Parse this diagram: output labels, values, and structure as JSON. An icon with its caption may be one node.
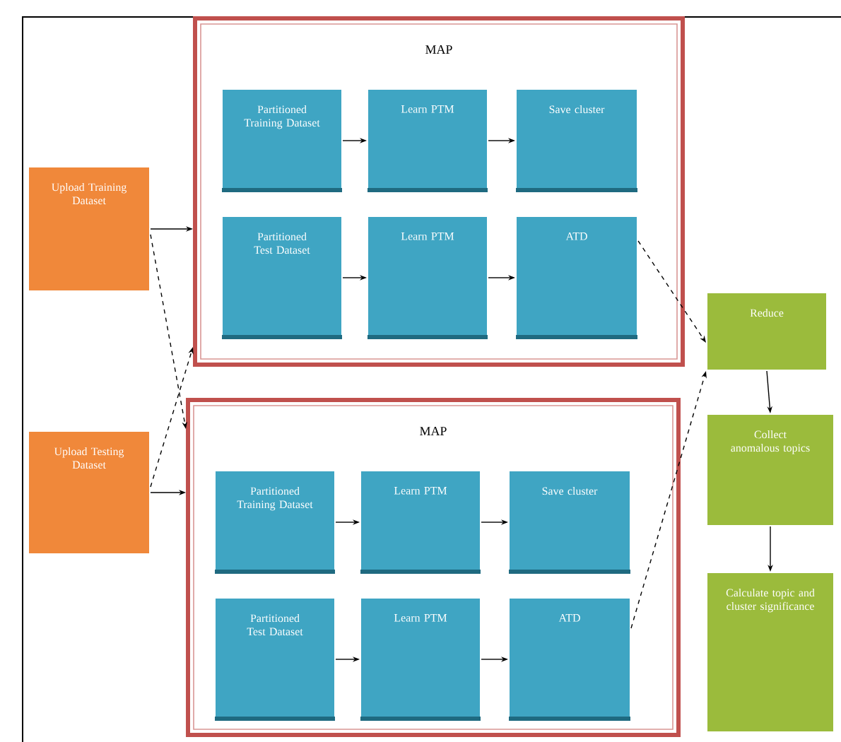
{
  "diagram": {
    "nodes": [
      {
        "text": [
          "Upload Training Dataset"
        ]
      },
      {
        "text": [
          "Upload Testing Dataset"
        ]
      },
      {
        "text": [
          "MAP"
        ]
      },
      {
        "text": [
          "Partitioned Training Dataset"
        ],
        "in": 2
      },
      {
        "text": [
          "Learn PTM"
        ],
        "in": 2
      },
      {
        "text": [
          "Save cluster"
        ],
        "in": 2
      },
      {
        "text": [
          "Partitioned Test Dataset"
        ],
        "in": 2
      },
      {
        "text": [
          "Learn PTM"
        ],
        "in": 2
      },
      {
        "text": [
          "ATD"
        ],
        "in": 2
      },
      {
        "text": [
          "MAP"
        ]
      },
      {
        "text": [
          "Partitioned Training Dataset"
        ],
        "in": 9
      },
      {
        "text": [
          "Learn PTM"
        ],
        "in": 9
      },
      {
        "text": [
          "Save cluster"
        ],
        "in": 9
      },
      {
        "text": [
          "Partitioned Test Dataset"
        ],
        "in": 9
      },
      {
        "text": [
          "Learn PTM"
        ],
        "in": 9
      },
      {
        "text": [
          "ATD"
        ],
        "in": 9
      },
      {
        "text": [
          "Reduce"
        ]
      },
      {
        "text": [
          "Collect anomalous topics"
        ]
      },
      {
        "text": [
          "Calculate topic and cluster significance"
        ]
      }
    ],
    "edges": [
      {
        "from": 0,
        "to": 2,
        "arrow": "to"
      },
      {
        "from": 0,
        "to": 9,
        "arrow": "to",
        "style": "dashed"
      },
      {
        "from": 1,
        "to": 2,
        "arrow": "to",
        "style": "dashed"
      },
      {
        "from": 1,
        "to": 9,
        "arrow": "to"
      },
      {
        "from": 3,
        "to": 4,
        "arrow": "to"
      },
      {
        "from": 4,
        "to": 5,
        "arrow": "to"
      },
      {
        "from": 6,
        "to": 7,
        "arrow": "to"
      },
      {
        "from": 7,
        "to": 8,
        "arrow": "to"
      },
      {
        "from": 10,
        "to": 11,
        "arrow": "to"
      },
      {
        "from": 11,
        "to": 12,
        "arrow": "to"
      },
      {
        "from": 13,
        "to": 14,
        "arrow": "to"
      },
      {
        "from": 14,
        "to": 15,
        "arrow": "to"
      },
      {
        "from": 8,
        "to": 16,
        "arrow": "to",
        "style": "dashed"
      },
      {
        "from": 15,
        "to": 16,
        "arrow": "to",
        "style": "dashed"
      },
      {
        "from": 16,
        "to": 17,
        "arrow": "to"
      },
      {
        "from": 17,
        "to": 18,
        "arrow": "to"
      }
    ]
  }
}
